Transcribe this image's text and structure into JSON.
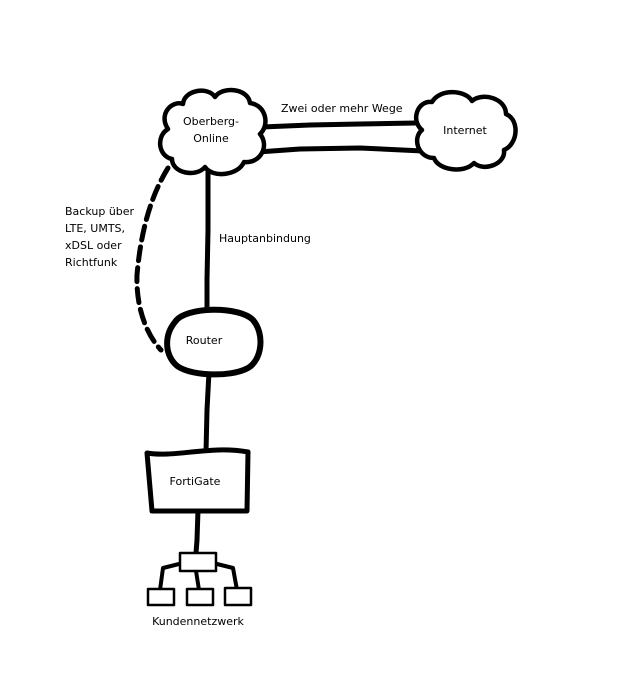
{
  "nodes": {
    "oberberg": {
      "line1": "Oberberg-",
      "line2": "Online"
    },
    "internet": {
      "label": "Internet"
    },
    "router": {
      "label": "Router"
    },
    "fortigate": {
      "label": "FortiGate"
    },
    "network": {
      "label": "Kundennetzwerk"
    }
  },
  "links": {
    "internet_paths": "Zwei oder mehr Wege",
    "main_link": "Hauptanbindung",
    "backup": {
      "line1": "Backup über",
      "line2": "LTE, UMTS,",
      "line3": "xDSL oder",
      "line4": "Richtfunk"
    }
  }
}
